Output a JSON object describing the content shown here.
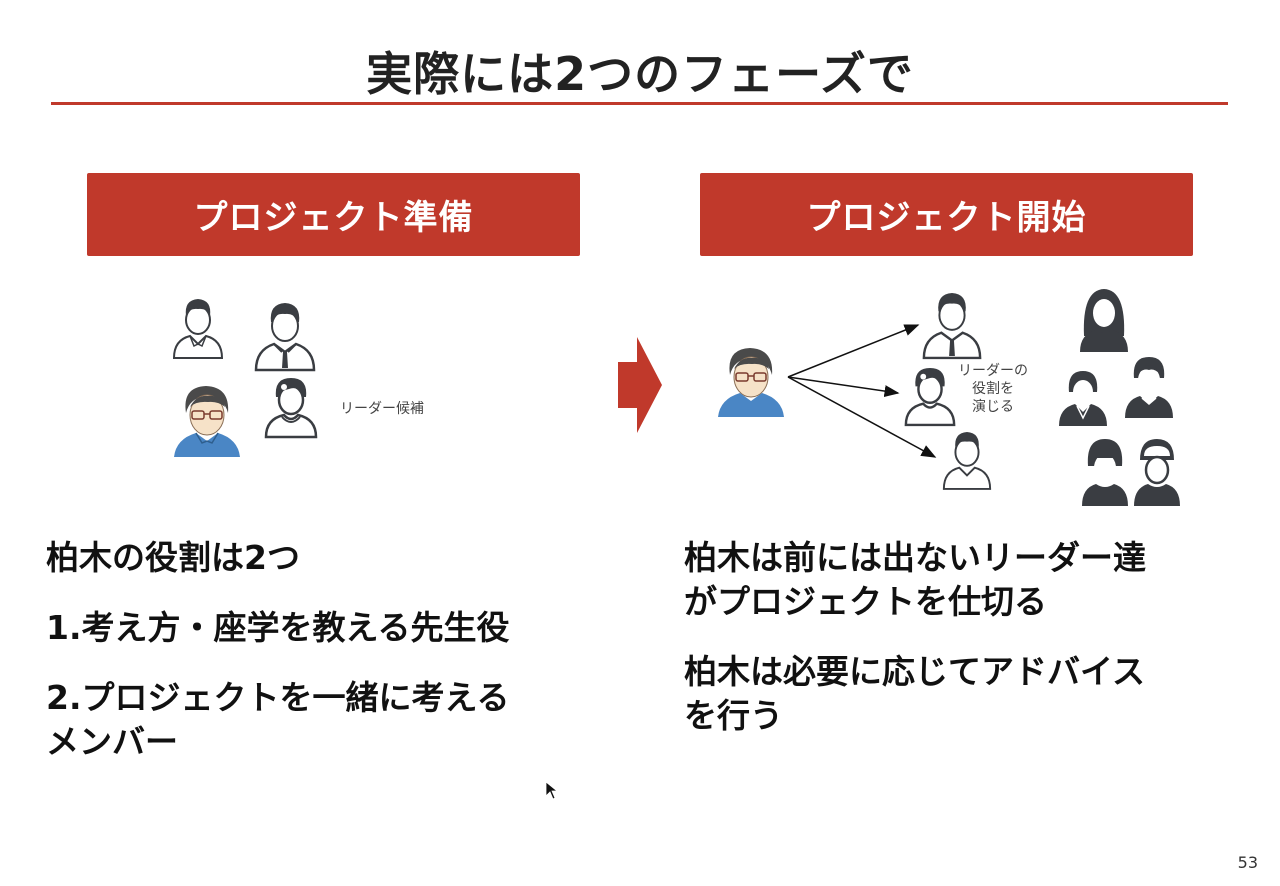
{
  "slide": {
    "title": "実際には2つのフェーズで",
    "accent_color": "#c0392b",
    "page_number": "53"
  },
  "phases": [
    {
      "label": "プロジェクト準備",
      "diagram_label": "リーダー候補",
      "icons": [
        "person-casual-outline-icon",
        "person-suit-outline-icon",
        "kashiwagi-avatar",
        "person-woman-outline-icon"
      ],
      "text_lines": [
        "柏木の役割は2つ",
        "1.考え方・座学を教える先生役",
        "2.プロジェクトを一緒に考える",
        "メンバー"
      ]
    },
    {
      "label": "プロジェクト開始",
      "diagram_label": [
        "リーダーの",
        "役割を",
        "演じる"
      ],
      "icons": [
        "kashiwagi-avatar",
        "person-suit-outline-icon",
        "person-woman-outline-icon",
        "person-casual-outline-icon",
        "team-member-icons"
      ],
      "text_lines": [
        "柏木は前には出ないリーダー達",
        "がプロジェクトを仕切る",
        "柏木は必要に応じてアドバイス",
        "を行う"
      ]
    }
  ]
}
